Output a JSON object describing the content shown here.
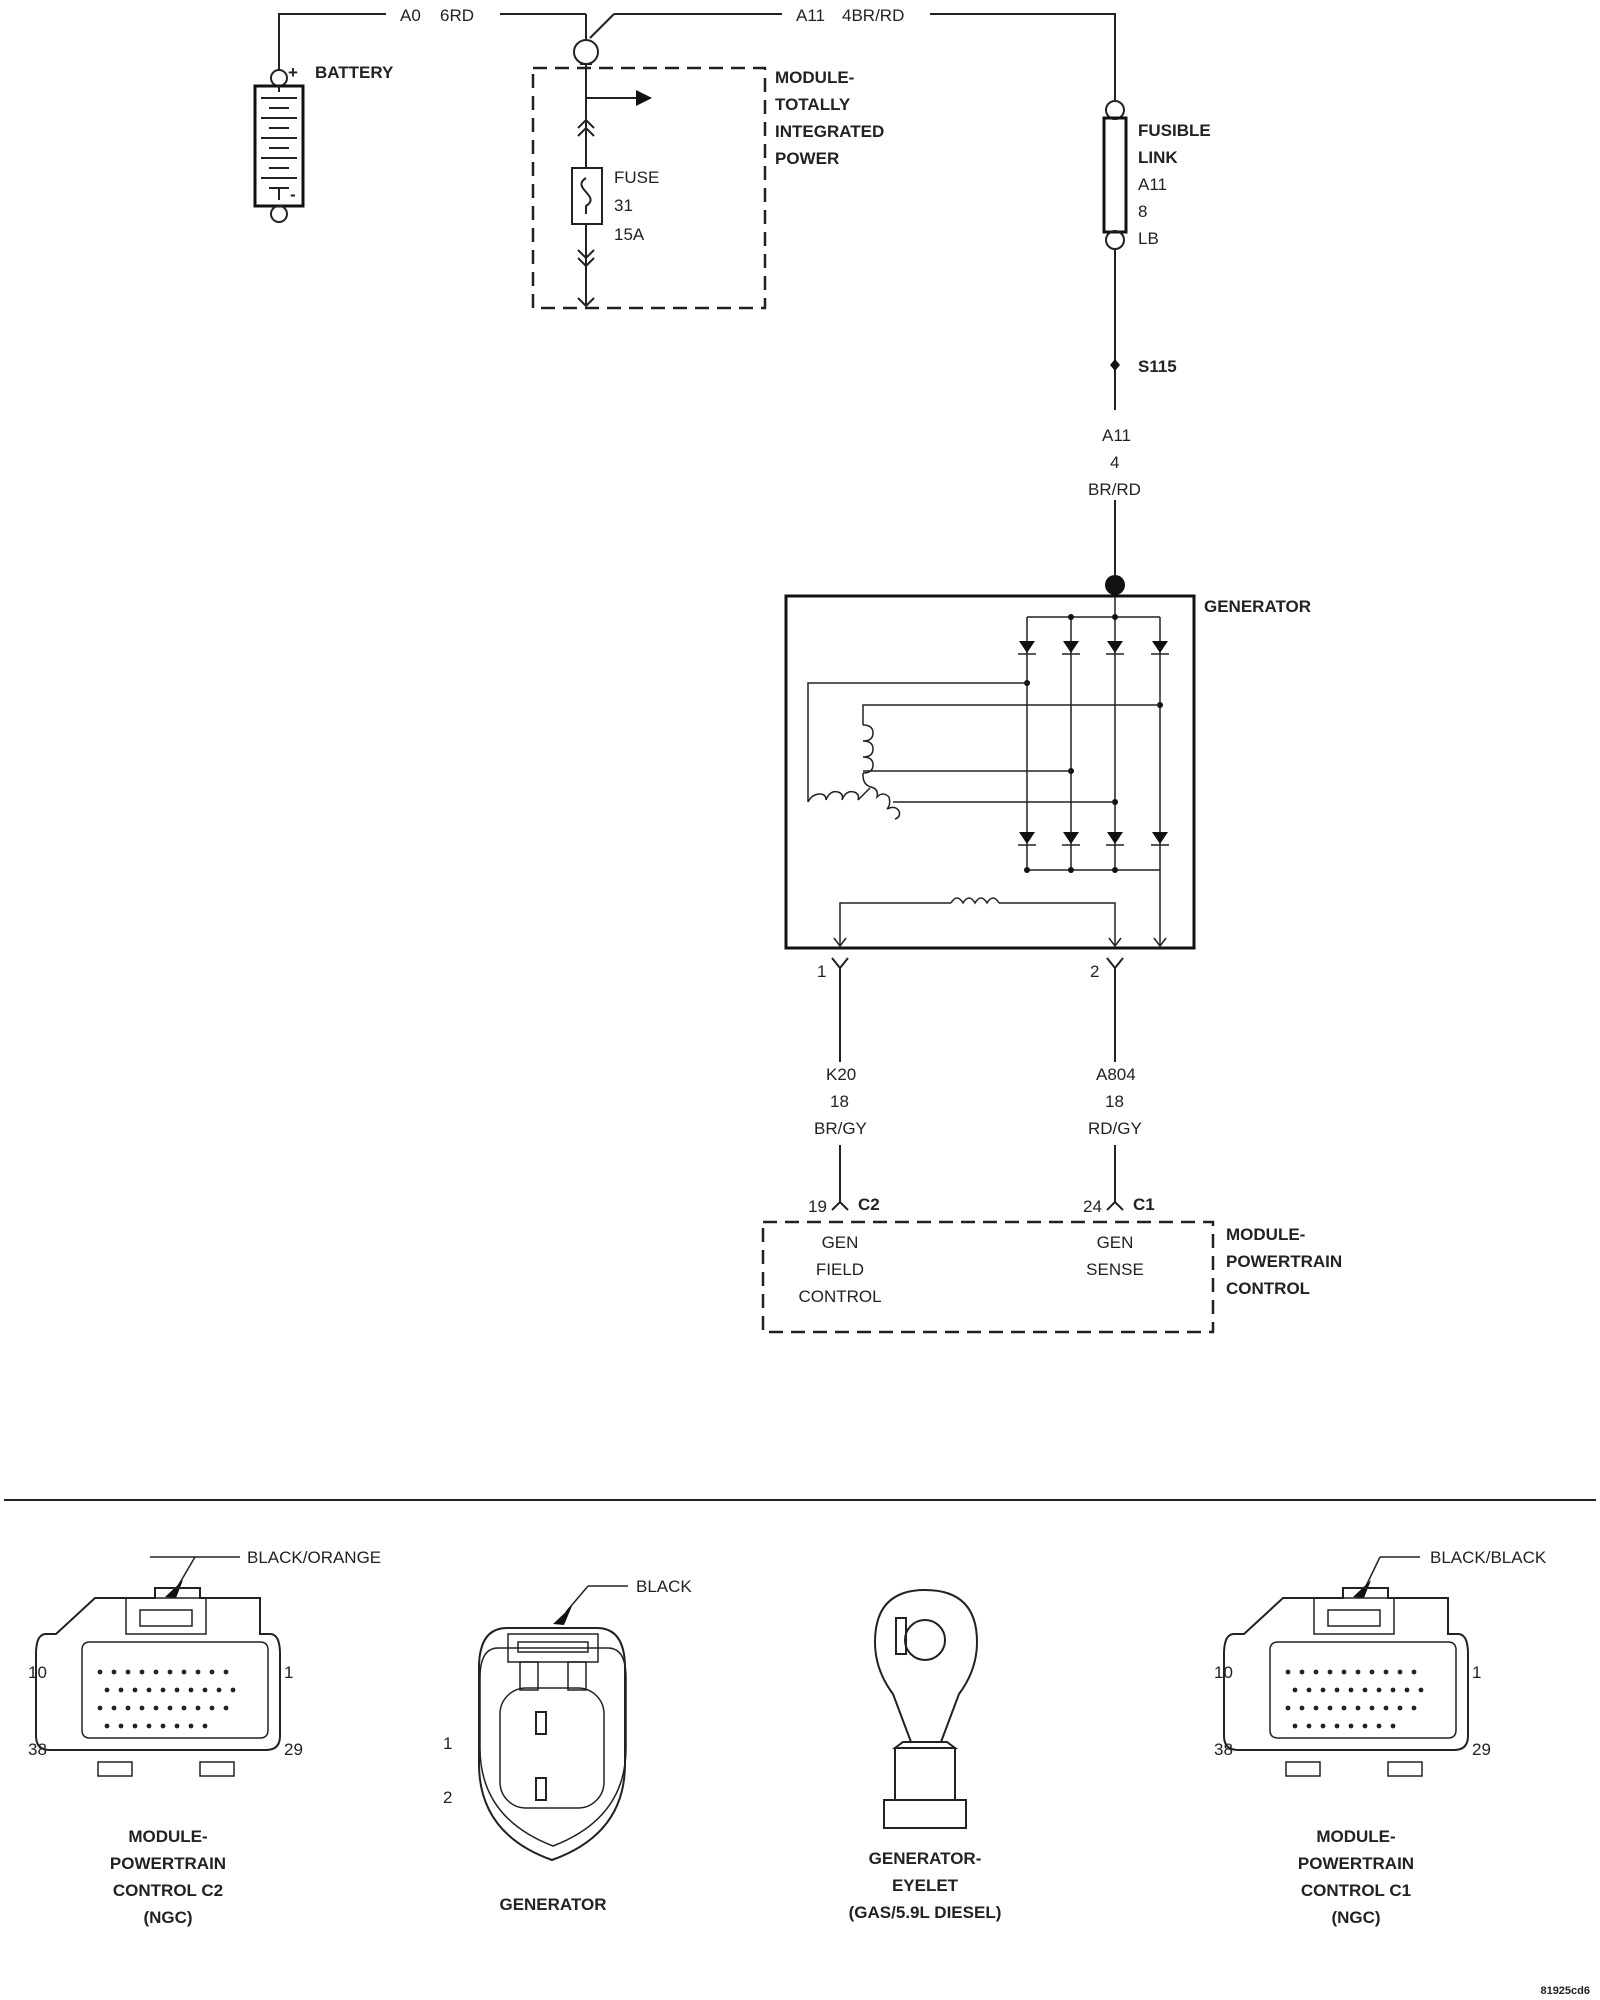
{
  "wires": {
    "battery_feed": {
      "circuit": "A0",
      "gauge_color": "6RD"
    },
    "tipm_out": {
      "circuit": "A11",
      "gauge_color": "4BR/RD"
    },
    "fusible_link": {
      "circuit": "A11",
      "gauge": "8",
      "color": "LB"
    },
    "s115_to_gen": {
      "circuit": "A11",
      "gauge": "4",
      "color": "BR/RD"
    },
    "field": {
      "circuit": "K20",
      "gauge": "18",
      "color": "BR/GY"
    },
    "sense": {
      "circuit": "A804",
      "gauge": "18",
      "color": "RD/GY"
    }
  },
  "components": {
    "battery": {
      "label": "BATTERY",
      "plus": "+",
      "minus": "-"
    },
    "tipm": {
      "label_lines": [
        "MODULE-",
        "TOTALLY",
        "INTEGRATED",
        "POWER"
      ]
    },
    "fuse": {
      "lines": [
        "FUSE",
        "31",
        "15A"
      ]
    },
    "fusible_link": {
      "label_lines": [
        "FUSIBLE",
        "LINK"
      ]
    },
    "splice": {
      "label": "S115"
    },
    "generator": {
      "label": "GENERATOR",
      "pin1": "1",
      "pin2": "2"
    },
    "pcm": {
      "label_lines": [
        "MODULE-",
        "POWERTRAIN",
        "CONTROL"
      ],
      "pin_field": "19",
      "conn_field": "C2",
      "pin_sense": "24",
      "conn_sense": "C1",
      "field_lines": [
        "GEN",
        "FIELD",
        "CONTROL"
      ],
      "sense_lines": [
        "GEN",
        "SENSE"
      ]
    }
  },
  "connectors": {
    "pcm_c2": {
      "color": "BLACK/ORANGE",
      "pin_tl": "10",
      "pin_tr": "1",
      "pin_bl": "38",
      "pin_br": "29",
      "title_lines": [
        "MODULE-",
        "POWERTRAIN",
        "CONTROL C2",
        "(NGC)"
      ]
    },
    "generator": {
      "color": "BLACK",
      "pin_a": "1",
      "pin_b": "2",
      "title_lines": [
        "GENERATOR"
      ]
    },
    "eyelet": {
      "title_lines": [
        "GENERATOR-",
        "EYELET",
        "(GAS/5.9L DIESEL)"
      ]
    },
    "pcm_c1": {
      "color": "BLACK/BLACK",
      "pin_tl": "10",
      "pin_tr": "1",
      "pin_bl": "38",
      "pin_br": "29",
      "title_lines": [
        "MODULE-",
        "POWERTRAIN",
        "CONTROL C1",
        "(NGC)"
      ]
    }
  },
  "figure_id": "81925cd6"
}
